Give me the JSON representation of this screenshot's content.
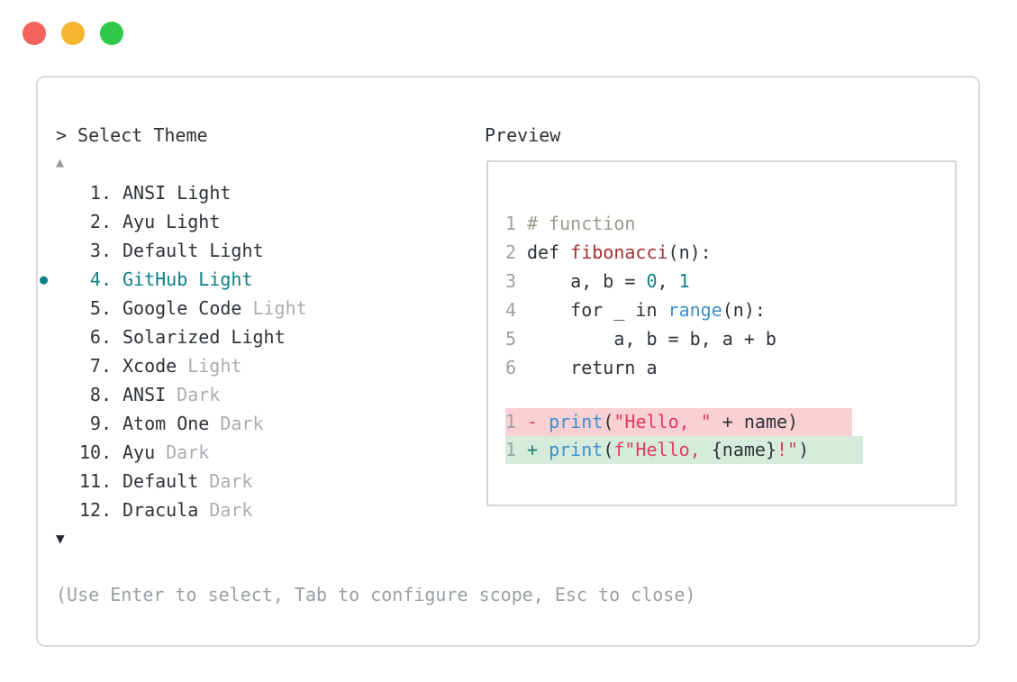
{
  "window": {
    "traffic_lights": [
      "close",
      "minimize",
      "zoom"
    ]
  },
  "picker": {
    "title_prompt": ">",
    "title": "Select Theme",
    "scroll_up_icon": "▲",
    "scroll_down_icon": "▼",
    "selected_marker": "●",
    "items": [
      {
        "number": "1.",
        "name": "ANSI Light",
        "dim": "",
        "selected": false
      },
      {
        "number": "2.",
        "name": "Ayu Light",
        "dim": "",
        "selected": false
      },
      {
        "number": "3.",
        "name": "Default Light",
        "dim": "",
        "selected": false
      },
      {
        "number": "4.",
        "name": "GitHub Light",
        "dim": "",
        "selected": true
      },
      {
        "number": "5.",
        "name": "Google Code",
        "dim": "Light",
        "selected": false
      },
      {
        "number": "6.",
        "name": "Solarized Light",
        "dim": "",
        "selected": false
      },
      {
        "number": "7.",
        "name": "Xcode",
        "dim": "Light",
        "selected": false
      },
      {
        "number": "8.",
        "name": "ANSI",
        "dim": "Dark",
        "selected": false
      },
      {
        "number": "9.",
        "name": "Atom One",
        "dim": "Dark",
        "selected": false
      },
      {
        "number": "10.",
        "name": "Ayu",
        "dim": "Dark",
        "selected": false
      },
      {
        "number": "11.",
        "name": "Default",
        "dim": "Dark",
        "selected": false
      },
      {
        "number": "12.",
        "name": "Dracula",
        "dim": "Dark",
        "selected": false
      }
    ],
    "hint": "(Use Enter to select, Tab to configure scope, Esc to close)"
  },
  "preview": {
    "title": "Preview",
    "code_lines": [
      {
        "num": "1",
        "segments": [
          {
            "text": "# function",
            "color": "comment"
          }
        ]
      },
      {
        "num": "2",
        "segments": [
          {
            "text": "def ",
            "color": "fg"
          },
          {
            "text": "fibonacci",
            "color": "func"
          },
          {
            "text": "(n):",
            "color": "fg"
          }
        ]
      },
      {
        "num": "3",
        "segments": [
          {
            "text": "    a, b = ",
            "color": "fg"
          },
          {
            "text": "0",
            "color": "number"
          },
          {
            "text": ", ",
            "color": "fg"
          },
          {
            "text": "1",
            "color": "number"
          }
        ]
      },
      {
        "num": "4",
        "segments": [
          {
            "text": "    for _ in ",
            "color": "fg"
          },
          {
            "text": "range",
            "color": "builtin"
          },
          {
            "text": "(n):",
            "color": "fg"
          }
        ]
      },
      {
        "num": "5",
        "segments": [
          {
            "text": "        a, b = b, a + b",
            "color": "fg"
          }
        ]
      },
      {
        "num": "6",
        "segments": [
          {
            "text": "    return a",
            "color": "fg"
          }
        ]
      }
    ],
    "diff_lines": [
      {
        "num": "1",
        "kind": "removed",
        "segments": [
          {
            "text": "- ",
            "color": "removed"
          },
          {
            "text": "print",
            "color": "builtin"
          },
          {
            "text": "(",
            "color": "fg"
          },
          {
            "text": "\"Hello, \"",
            "color": "string"
          },
          {
            "text": " + name)",
            "color": "fg"
          }
        ]
      },
      {
        "num": "1",
        "kind": "added",
        "segments": [
          {
            "text": "+ ",
            "color": "added"
          },
          {
            "text": "print",
            "color": "builtin"
          },
          {
            "text": "(",
            "color": "fg"
          },
          {
            "text": "f\"Hello, ",
            "color": "string"
          },
          {
            "text": "{name}",
            "color": "fg"
          },
          {
            "text": "!\"",
            "color": "string"
          },
          {
            "text": ")",
            "color": "fg"
          }
        ]
      }
    ]
  },
  "colors": {
    "accent_teal": "#0d8086",
    "text": "#2e3338",
    "muted": "#a9adb1",
    "line_number": "#9ba1a4",
    "hint": "#9aa0a4",
    "comment": "#959d8d",
    "function_name": "#a52f2f",
    "number_literal": "#16808a",
    "builtin_blue": "#3e8fcb",
    "string_red": "#e23a60",
    "diff_removed_fg": "#e23a60",
    "diff_added_fg": "#1f7e6e",
    "diff_removed_bg": "#f9d1d4",
    "diff_added_bg": "#d5ecdc",
    "traffic_red": "#f4645c",
    "traffic_yellow": "#f5b52e",
    "traffic_green": "#2ec948",
    "panel_border": "#dadada",
    "scroll_up": "#9a9a9a",
    "scroll_down": "#23272c"
  }
}
